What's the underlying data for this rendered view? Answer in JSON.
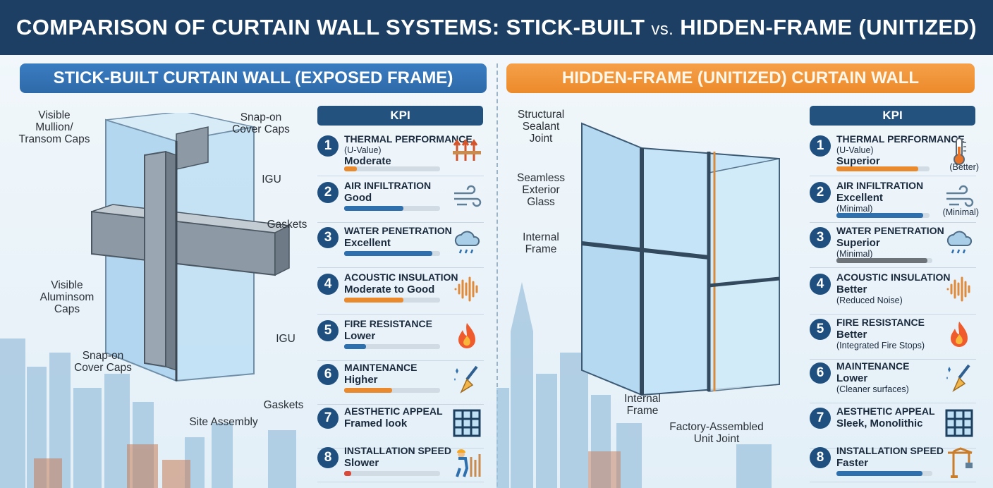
{
  "title": {
    "part1": "COMPARISON OF CURTAIN WALL SYSTEMS: STICK-BUILT",
    "vs": "vs.",
    "part2": "HIDDEN-FRAME (UNITIZED)"
  },
  "left": {
    "banner": "STICK-BUILT CURTAIN WALL (EXPOSED FRAME)",
    "callouts": {
      "mullion": "Visible\nMullion/\nTransom Caps",
      "snap_top": "Snap-on\nCover Caps",
      "igu_top": "IGU",
      "gaskets_top": "Gaskets",
      "aluminum": "Visible\nAluminsom\nCaps",
      "igu_bottom": "IGU",
      "snap_bottom": "Snap-on\nCover Caps",
      "gaskets_bottom": "Gaskets",
      "site": "Site Assembly"
    },
    "kpi_header": "KPI",
    "kpis": [
      {
        "num": "1",
        "title": "THERMAL PERFORMANCE",
        "sub": "(U-Value)",
        "value": "Moderate",
        "bar": 0.13,
        "color": "#ea8a2e",
        "icon": "heat-arrows-icon"
      },
      {
        "num": "2",
        "title": "AIR INFILTRATION",
        "value": "Good",
        "bar": 0.62,
        "color": "#2e6fae",
        "icon": "wind-icon"
      },
      {
        "num": "3",
        "title": "WATER PENETRATION",
        "value": "Excellent",
        "bar": 0.92,
        "color": "#2e6fae",
        "icon": "rain-cloud-icon"
      },
      {
        "num": "4",
        "title": "ACOUSTIC INSULATION",
        "value": "Moderate to Good",
        "bar": 0.62,
        "color": "#ea8a2e",
        "icon": "sound-wave-icon"
      },
      {
        "num": "5",
        "title": "FIRE RESISTANCE",
        "value": "Lower",
        "bar": 0.23,
        "color": "#2e6fae",
        "icon": "flame-icon"
      },
      {
        "num": "6",
        "title": "MAINTENANCE",
        "value": "Higher",
        "bar": 0.5,
        "color": "#ea8a2e",
        "icon": "brush-icon"
      },
      {
        "num": "7",
        "title": "AESTHETIC APPEAL",
        "value": "Framed look",
        "bar": null,
        "color": "#2e6fae",
        "icon": "window-grid-icon"
      },
      {
        "num": "8",
        "title": "INSTALLATION SPEED",
        "value": "Slower",
        "bar": 0.07,
        "color": "#d84a3a",
        "icon": "worker-icon"
      }
    ]
  },
  "right": {
    "banner": "HIDDEN-FRAME (UNITIZED) CURTAIN WALL",
    "callouts": {
      "sealant": "Structural\nSealant\nJoint",
      "seamless": "Seamless\nExterior\nGlass",
      "internal_top": "Internal\nFrame",
      "internal_bottom": "Internal\nFrame",
      "factory": "Factory-Assembled\nUnit Joint"
    },
    "kpi_header": "KPI",
    "kpis": [
      {
        "num": "1",
        "title": "THERMAL PERFORMANCE",
        "sub": "(U-Value)",
        "value": "Superior",
        "bar": 0.88,
        "color": "#ea8a2e",
        "side": "(Better)",
        "icon": "thermometer-icon"
      },
      {
        "num": "2",
        "title": "AIR INFILTRATION",
        "value": "Excellent",
        "note": "(Minimal)",
        "bar": 0.93,
        "color": "#2e6fae",
        "side": "(Minimal)",
        "icon": "wind-icon"
      },
      {
        "num": "3",
        "title": "WATER PENETRATION",
        "value": "Superior",
        "note": "(Minimal)",
        "bar": 0.95,
        "color": "#6c7379",
        "icon": "rain-cloud-icon"
      },
      {
        "num": "4",
        "title": "ACOUSTIC INSULATION",
        "value": "Better",
        "note": "(Reduced Noise)",
        "bar": null,
        "color": "#2e6fae",
        "icon": "sound-wave-icon"
      },
      {
        "num": "5",
        "title": "FIRE RESISTANCE",
        "value": "Better",
        "note": "(Integrated Fire Stops)",
        "bar": null,
        "color": "#2e6fae",
        "icon": "flame-icon"
      },
      {
        "num": "6",
        "title": "MAINTENANCE",
        "value": "Lower",
        "note": "(Cleaner surfaces)",
        "bar": null,
        "color": "#2e6fae",
        "icon": "brush-icon"
      },
      {
        "num": "7",
        "title": "AESTHETIC APPEAL",
        "value": "Sleek, Monolithic",
        "bar": null,
        "color": "#2e6fae",
        "icon": "window-grid-icon"
      },
      {
        "num": "8",
        "title": "INSTALLATION SPEED",
        "value": "Faster",
        "bar": 0.9,
        "color": "#2e6fae",
        "icon": "crane-icon"
      }
    ]
  }
}
